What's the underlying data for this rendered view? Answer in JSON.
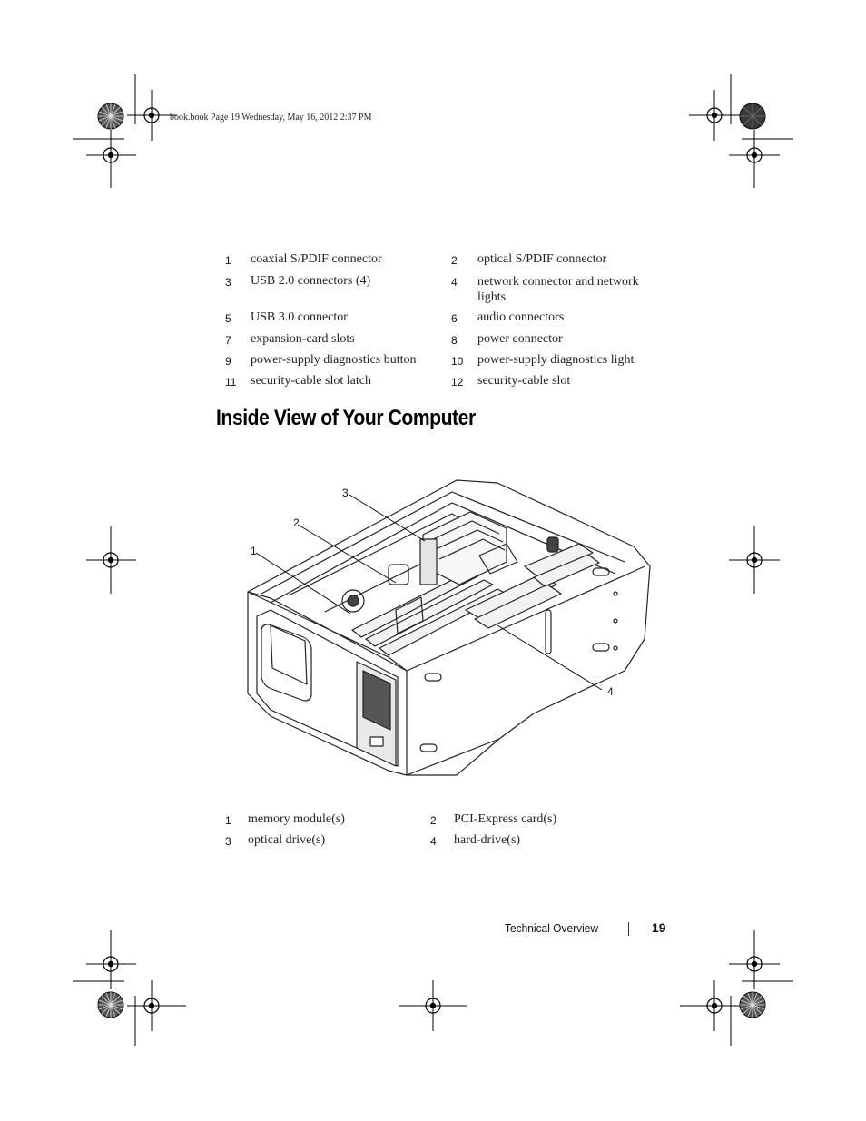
{
  "slug": "book.book  Page 19  Wednesday, May 16, 2012  2:37 PM",
  "legend_top": [
    {
      "num": "1",
      "label": "coaxial S/PDIF connector"
    },
    {
      "num": "2",
      "label": "optical S/PDIF connector"
    },
    {
      "num": "3",
      "label": "USB 2.0 connectors (4)"
    },
    {
      "num": "4",
      "label": "network connector and network lights"
    },
    {
      "num": "5",
      "label": "USB 3.0 connector"
    },
    {
      "num": "6",
      "label": "audio connectors"
    },
    {
      "num": "7",
      "label": "expansion-card slots"
    },
    {
      "num": "8",
      "label": "power connector"
    },
    {
      "num": "9",
      "label": "power-supply diagnostics button"
    },
    {
      "num": "10",
      "label": "power-supply diagnostics light"
    },
    {
      "num": "11",
      "label": "security-cable slot latch"
    },
    {
      "num": "12",
      "label": "security-cable slot"
    }
  ],
  "heading": "Inside View of Your Computer",
  "figure_callouts": [
    "1",
    "2",
    "3",
    "4"
  ],
  "legend_bottom": [
    {
      "num": "1",
      "label": "memory module(s)"
    },
    {
      "num": "2",
      "label": "PCI-Express card(s)"
    },
    {
      "num": "3",
      "label": "optical drive(s)"
    },
    {
      "num": "4",
      "label": "hard-drive(s)"
    }
  ],
  "footer": {
    "section": "Technical Overview",
    "page": "19"
  }
}
